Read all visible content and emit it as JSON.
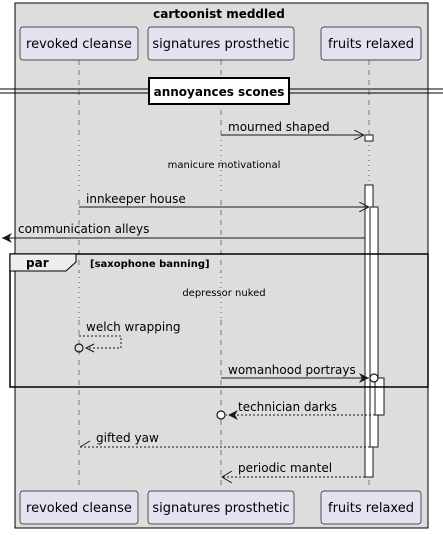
{
  "title": "cartoonist meddled",
  "participants": [
    {
      "id": "p1",
      "label": "revoked cleanse"
    },
    {
      "id": "p2",
      "label": "signatures prosthetic"
    },
    {
      "id": "p3",
      "label": "fruits relaxed"
    }
  ],
  "divider": "annoyances scones",
  "delays": [
    "manicure motivational",
    "depressor nuked"
  ],
  "messages": [
    {
      "label": "mourned shaped"
    },
    {
      "label": "innkeeper house"
    },
    {
      "label": "communication alleys"
    },
    {
      "label": "welch wrapping"
    },
    {
      "label": "womanhood portrays"
    },
    {
      "label": "technician darks"
    },
    {
      "label": "gifted yaw"
    },
    {
      "label": "periodic mantel"
    }
  ],
  "fragment": {
    "keyword": "par",
    "guard": "[saxophone banning]"
  },
  "colors": {
    "frame_fill": "#dddddd",
    "participant_fill": "#e2e2f0",
    "participant_border": "#181818"
  }
}
